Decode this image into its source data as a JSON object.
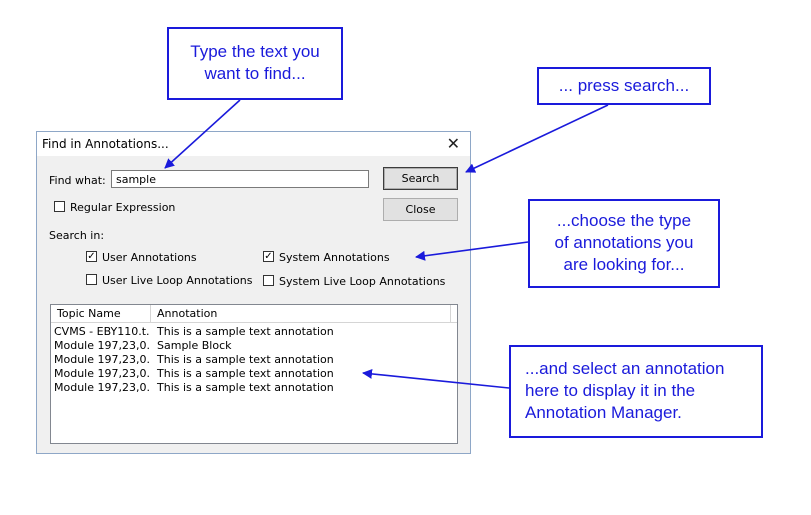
{
  "callouts": {
    "type_text": [
      "Type the text you",
      "want to find..."
    ],
    "press_search": [
      "... press search..."
    ],
    "choose_type": [
      "...choose the type",
      "of annotations you",
      "are looking for..."
    ],
    "select_annotation": [
      "...and select an annotation",
      "here to display it in the",
      "Annotation Manager."
    ]
  },
  "dialog": {
    "title": "Find in Annotations...",
    "close_glyph": "✕",
    "find_label": "Find what:",
    "find_value": "sample",
    "search_label": "Search",
    "close_label": "Close",
    "regex_label": "Regular Expression",
    "regex_checked": false,
    "search_in_label": "Search in:",
    "user_annotations": {
      "label": "User Annotations",
      "checked": true
    },
    "system_annotations": {
      "label": "System Annotations",
      "checked": true
    },
    "user_live_loop": {
      "label": "User Live Loop Annotations",
      "checked": false
    },
    "system_live_loop": {
      "label": "System Live Loop Annotations",
      "checked": false
    },
    "columns": [
      "Topic Name",
      "Annotation"
    ],
    "rows": [
      {
        "topic": "CVMS - EBY110.t...",
        "annotation": "This is a sample text annotation"
      },
      {
        "topic": "Module 197,23,0...",
        "annotation": "Sample Block"
      },
      {
        "topic": "Module 197,23,0...",
        "annotation": "This is a sample text annotation"
      },
      {
        "topic": "Module 197,23,0...",
        "annotation": "This is a sample text annotation"
      },
      {
        "topic": "Module 197,23,0...",
        "annotation": "This is a sample text annotation"
      }
    ]
  },
  "colors": {
    "accent": "#1a1adb",
    "dialog_bg": "#f0f0f0"
  },
  "check_glyph": "✓"
}
